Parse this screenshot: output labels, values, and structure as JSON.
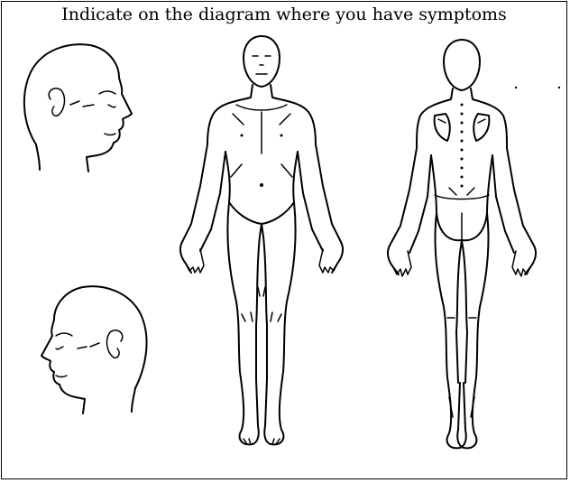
{
  "diagram": {
    "title": "Indicate on the diagram where you have symptoms"
  },
  "figures": [
    {
      "id": "head-right-profile",
      "icon": "head-profile-right-icon"
    },
    {
      "id": "head-left-profile",
      "icon": "head-profile-left-icon"
    },
    {
      "id": "body-front",
      "icon": "body-front-icon"
    },
    {
      "id": "body-back",
      "icon": "body-back-icon"
    }
  ],
  "colors": {
    "line": "#000000",
    "background": "#ffffff"
  }
}
